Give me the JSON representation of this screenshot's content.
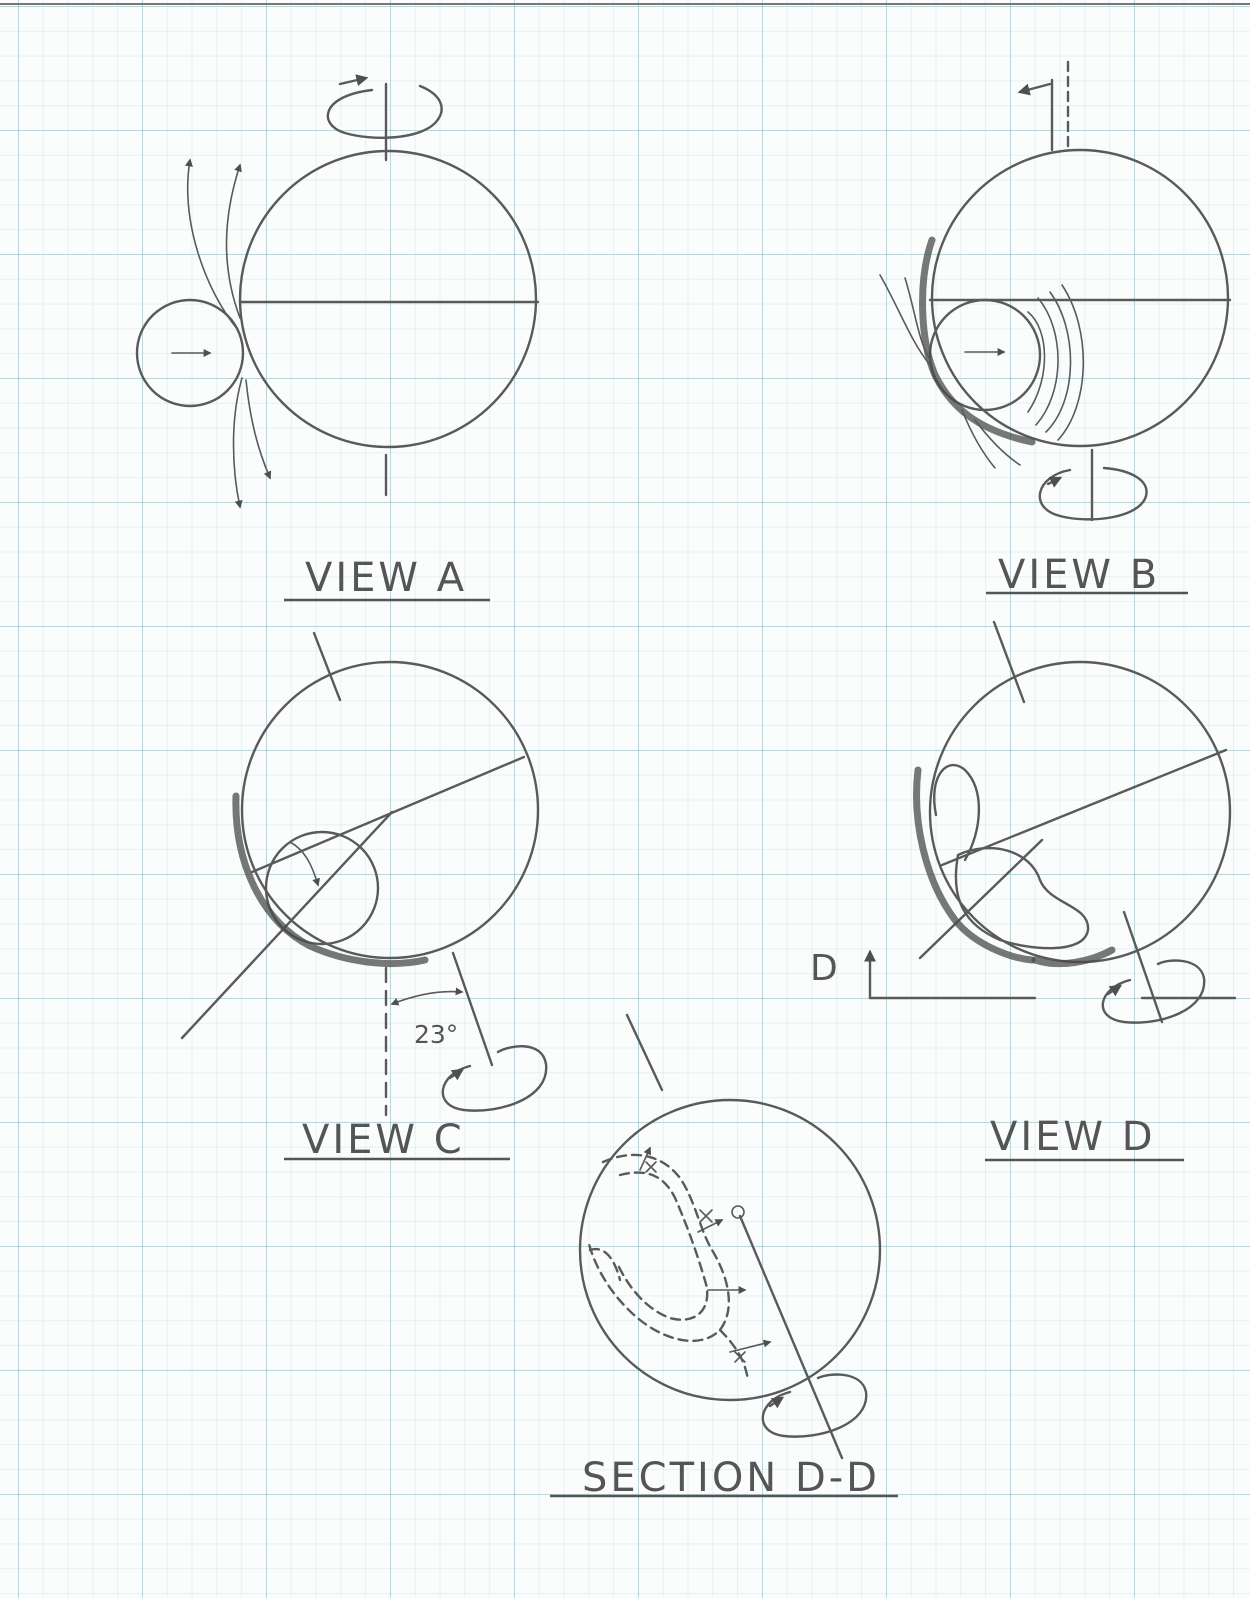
{
  "labels": {
    "view_a": "VIEW A",
    "view_b": "VIEW B",
    "view_c": "VIEW C",
    "view_d": "VIEW D",
    "section": "SECTION D-D",
    "angle": "23°",
    "section_marker": "D"
  },
  "colors": {
    "pencil": "#5a5a5a",
    "grid": "#78c8d7",
    "paper": "#fbfdfd"
  }
}
